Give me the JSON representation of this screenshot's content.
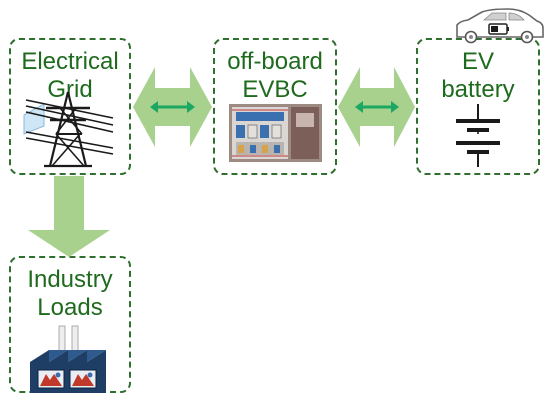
{
  "nodes": {
    "grid": {
      "line1": "Electrical",
      "line2": "Grid"
    },
    "evbc": {
      "line1": "off-board",
      "line2": "EVBC"
    },
    "battery": {
      "line1": "EV",
      "line2": "battery"
    },
    "industry": {
      "line1": "Industry",
      "line2": "Loads"
    }
  },
  "colors": {
    "border": "#2f6f2f",
    "text": "#1e6b1e",
    "arrow_fill": "#a9d18e",
    "arrow_inner": "#1aa862"
  },
  "icons": [
    "power-tower-icon",
    "charger-cabinet-icon",
    "battery-symbol-icon",
    "car-icon",
    "factory-icon"
  ]
}
